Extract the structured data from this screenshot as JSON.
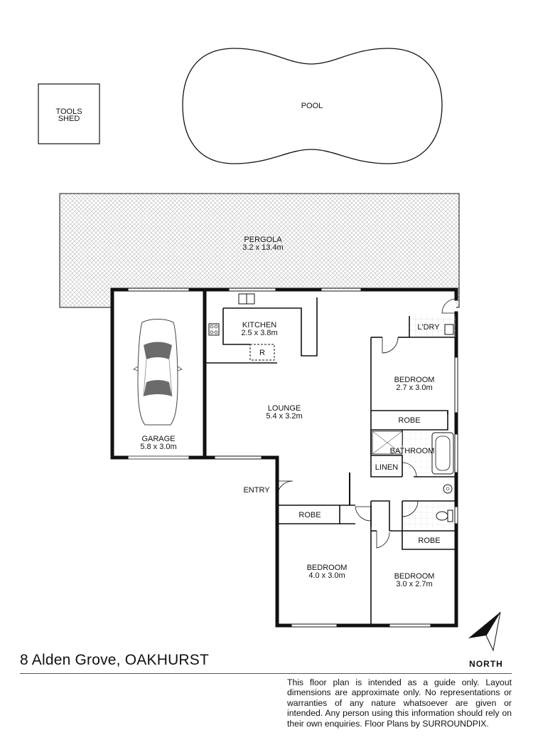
{
  "rooms": {
    "tools_shed": {
      "line1": "TOOLS",
      "line2": "SHED"
    },
    "pool": "POOL",
    "pergola": {
      "name": "PERGOLA",
      "size": "3.2 x 13.4m"
    },
    "kitchen": {
      "name": "KITCHEN",
      "size": "2.5 x 3.8m"
    },
    "fridge": "R",
    "laundry": "L'DRY",
    "bedroom_1": {
      "name": "BEDROOM",
      "size": "2.7 x 3.0m"
    },
    "robe_1": "ROBE",
    "lounge": {
      "name": "LOUNGE",
      "size": "5.4 x 3.2m"
    },
    "bathroom": "BATHROOM",
    "linen": "LINEN",
    "garage": {
      "name": "GARAGE",
      "size": "5.8 x 3.0m"
    },
    "entry": "ENTRY",
    "robe_2": "ROBE",
    "robe_3": "ROBE",
    "bedroom_2": {
      "name": "BEDROOM",
      "size": "4.0 x 3.0m"
    },
    "bedroom_3": {
      "name": "BEDROOM",
      "size": "3.0 x 2.7m"
    }
  },
  "compass": {
    "label": "NORTH"
  },
  "address": "8 Alden Grove, OAKHURST",
  "disclaimer": "This floor plan is intended as a guide only. Layout dimensions are approximate only. No representations or warranties of any nature whatsoever are given or intended. Any person using this information should rely on their own enquiries. Floor Plans by  SURROUNDPIX."
}
